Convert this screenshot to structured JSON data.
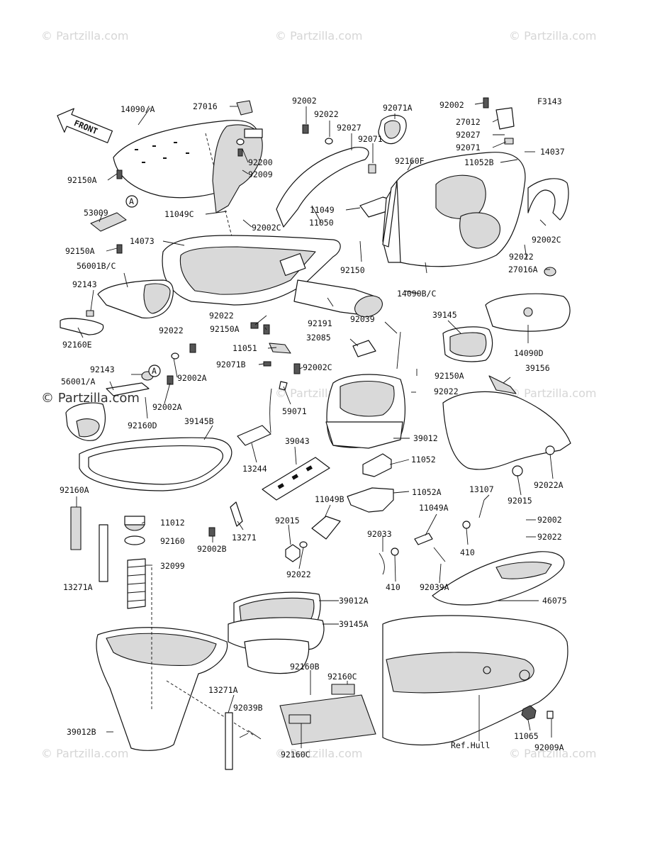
{
  "figure_code": "F3143",
  "front_tag": "FRONT",
  "watermark": "© Partzilla.com",
  "watermark_center": "© Partzilla.com",
  "ref_hull": "Ref.Hull",
  "callout_letter": "A",
  "labels": {
    "p14090_a": "14090/A",
    "p27016": "27016",
    "p92002_top": "92002",
    "p92022_top": "92022",
    "p92027_mid": "92027",
    "p92071A": "92071A",
    "p92071_mid": "92071",
    "p92002_tr": "92002",
    "p27012": "27012",
    "p92027_tr": "92027",
    "p92071_tr": "92071",
    "p14037": "14037",
    "p11052B": "11052B",
    "p92200": "92200",
    "p92009": "92009",
    "p92160F": "92160F",
    "p11050": "11050",
    "p92150A_1": "92150A",
    "p53009": "53009",
    "p11049C": "11049C",
    "p11049": "11049",
    "p92002C_1": "92002C",
    "p92002C_r": "92002C",
    "p14073": "14073",
    "p92150A_2": "92150A",
    "p92150": "92150",
    "p92022_r": "92022",
    "p56001BC": "56001B/C",
    "p27016A": "27016A",
    "p14090BC": "14090B/C",
    "p92143_1": "92143",
    "p92022_mid": "92022",
    "p92191": "92191",
    "p92150A_3": "92150A",
    "p39145": "39145",
    "p92039": "92039",
    "p92160E": "92160E",
    "p14090D": "14090D",
    "p92022_l": "92022",
    "p11051": "11051",
    "p32085": "32085",
    "p92071B": "92071B",
    "p92002C_2": "92002C",
    "p92150A_4": "92150A",
    "p92143_2": "92143",
    "p92002A_1": "92002A",
    "p39156": "39156",
    "p56001A": "56001/A",
    "p92022_c": "92022",
    "p92002A_2": "92002A",
    "p59071": "59071",
    "p92160D": "92160D",
    "p39145B": "39145B",
    "p39043": "39043",
    "p39012": "39012",
    "p13244": "13244",
    "p11052": "11052",
    "p92022A": "92022A",
    "p92160A": "92160A",
    "p11049B": "11049B",
    "p11052A": "11052A",
    "p13107": "13107",
    "p92015_r": "92015",
    "p11049A": "11049A",
    "p11012": "11012",
    "p92002_r2": "92002",
    "p92015_c": "92015",
    "p92160": "92160",
    "p13271": "13271",
    "p92002B": "92002B",
    "p92033": "92033",
    "p410_1": "410",
    "p92022_r2": "92022",
    "p32099": "32099",
    "p92022_c2": "92022",
    "p13271A_1": "13271A",
    "p410_2": "410",
    "p92039A": "92039A",
    "p46075": "46075",
    "p39012A": "39012A",
    "p39145A": "39145A",
    "p92160B": "92160B",
    "p92160C_1": "92160C",
    "p13271A_2": "13271A",
    "p92039B": "92039B",
    "p39012B": "39012B",
    "p92160C_2": "92160C",
    "p11065": "11065",
    "p92009A": "92009A"
  }
}
